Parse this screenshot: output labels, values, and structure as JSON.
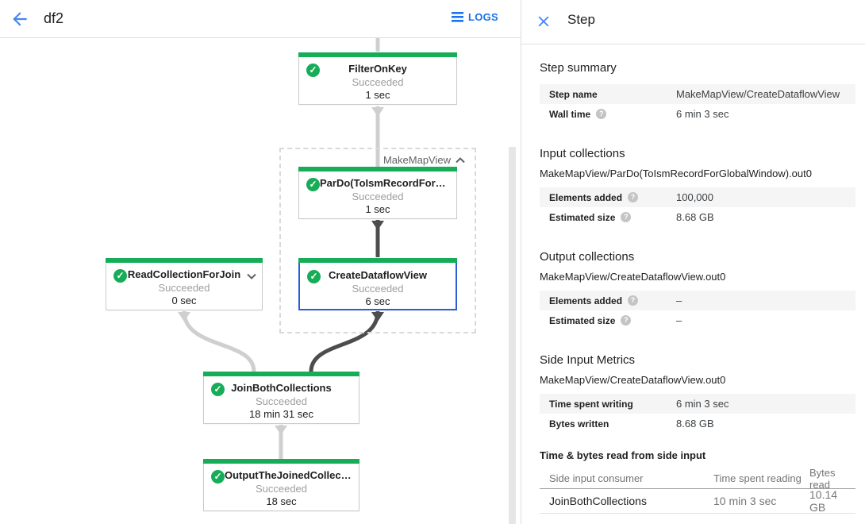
{
  "colors": {
    "accent_blue": "#1a73e8",
    "selection_blue": "#2a5fd4",
    "success_green": "#17ac58"
  },
  "topbar": {
    "title": "df2",
    "logs_label": "LOGS"
  },
  "graph": {
    "group_label": "MakeMapView",
    "nodes": [
      {
        "title": "FilterOnKey",
        "status": "Succeeded",
        "time": "1 sec"
      },
      {
        "title": "ParDo(ToIsmRecordFor…",
        "status": "Succeeded",
        "time": "1 sec"
      },
      {
        "title": "CreateDataflowView",
        "status": "Succeeded",
        "time": "6 sec"
      },
      {
        "title": "ReadCollectionForJoin",
        "status": "Succeeded",
        "time": "0 sec"
      },
      {
        "title": "JoinBothCollections",
        "status": "Succeeded",
        "time": "18 min 31 sec"
      },
      {
        "title": "OutputTheJoinedCollec…",
        "status": "Succeeded",
        "time": "18 sec"
      }
    ],
    "check_glyph": "✓"
  },
  "panel": {
    "title": "Step",
    "step_summary": {
      "heading": "Step summary",
      "rows": [
        {
          "label": "Step name",
          "value": "MakeMapView/CreateDataflowView"
        },
        {
          "label": "Wall time",
          "value": "6 min 3 sec"
        }
      ]
    },
    "input_collections": {
      "heading": "Input collections",
      "subtitle": "MakeMapView/ParDo(ToIsmRecordForGlobalWindow).out0",
      "rows": [
        {
          "label": "Elements added",
          "value": "100,000"
        },
        {
          "label": "Estimated size",
          "value": "8.68 GB"
        }
      ]
    },
    "output_collections": {
      "heading": "Output collections",
      "subtitle": "MakeMapView/CreateDataflowView.out0",
      "rows": [
        {
          "label": "Elements added",
          "value": "–"
        },
        {
          "label": "Estimated size",
          "value": "–"
        }
      ]
    },
    "side_input_metrics": {
      "heading": "Side Input Metrics",
      "subtitle": "MakeMapView/CreateDataflowView.out0",
      "rows": [
        {
          "label": "Time spent writing",
          "value": "6 min 3 sec"
        },
        {
          "label": "Bytes written",
          "value": "8.68 GB"
        }
      ]
    },
    "side_input_table": {
      "title": "Time & bytes read from side input",
      "headers": [
        "Side input consumer",
        "Time spent reading",
        "Bytes read"
      ],
      "rows": [
        [
          "JoinBothCollections",
          "10 min 3 sec",
          "10.14 GB"
        ]
      ]
    },
    "help_glyph": "?"
  }
}
